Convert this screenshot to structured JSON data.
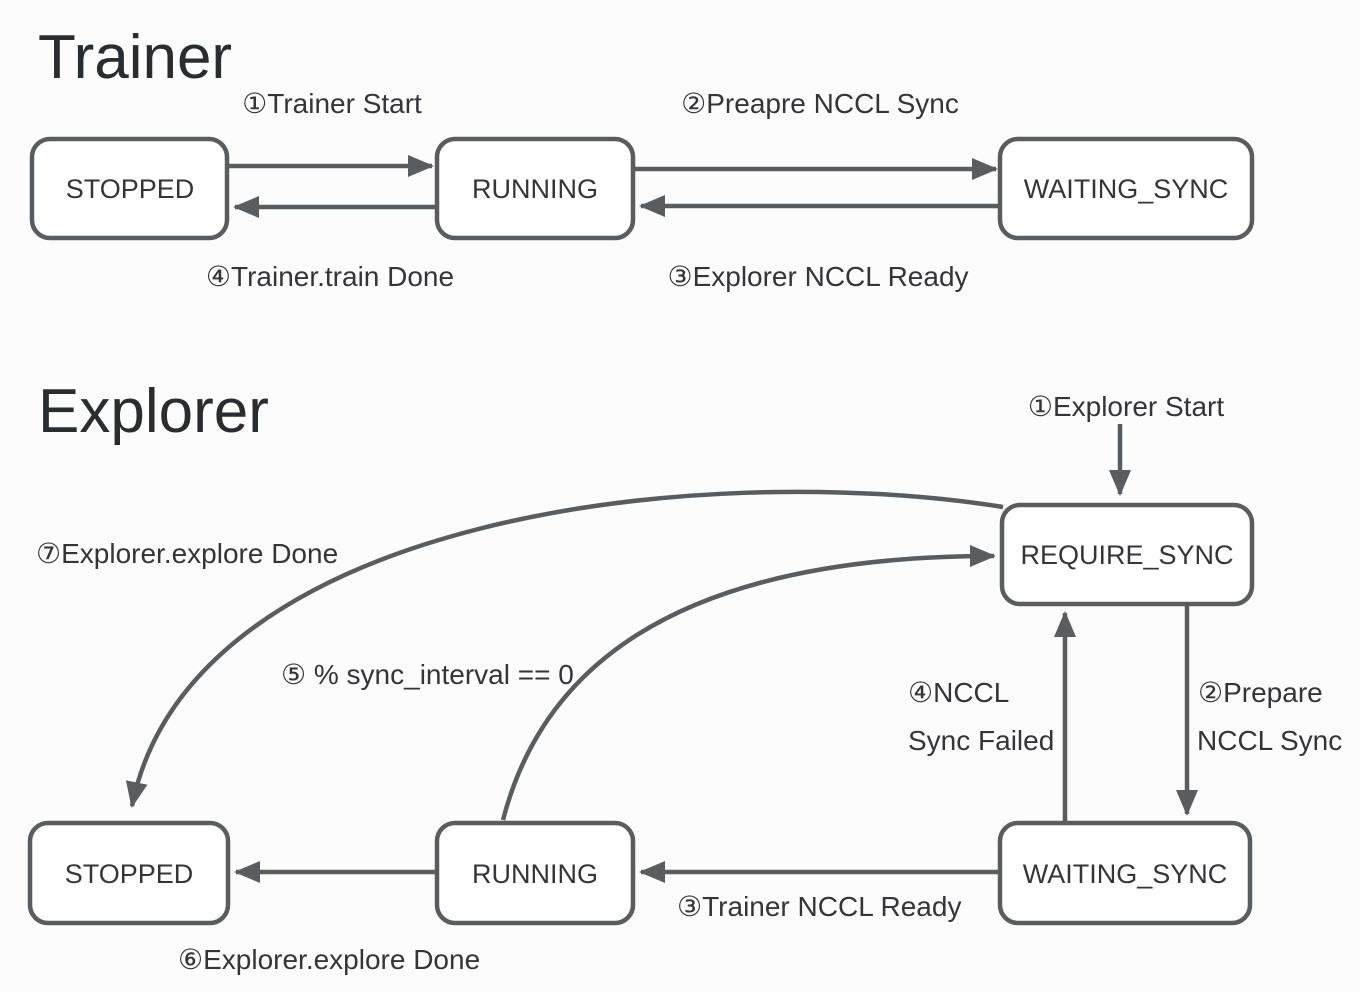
{
  "colors": {
    "background": "#fcfcfc",
    "box_fill": "#ffffff",
    "stroke": "#595d5f",
    "text": "#333538"
  },
  "trainer": {
    "title": "Trainer",
    "states": [
      {
        "label": "STOPPED"
      },
      {
        "label": "RUNNING"
      },
      {
        "label": "WAITING_SYNC"
      }
    ],
    "edges": [
      {
        "label": "①Trainer Start"
      },
      {
        "label": "②Preapre NCCL Sync"
      },
      {
        "label": "③Explorer NCCL Ready"
      },
      {
        "label": "④Trainer.train Done"
      }
    ]
  },
  "explorer": {
    "title": "Explorer",
    "states": [
      {
        "label": "REQUIRE_SYNC"
      },
      {
        "label": "STOPPED"
      },
      {
        "label": "RUNNING"
      },
      {
        "label": "WAITING_SYNC"
      }
    ],
    "edges": [
      {
        "label": "①Explorer Start"
      },
      {
        "label_line1": "②Prepare",
        "label_line2": "NCCL Sync"
      },
      {
        "label": "③Trainer NCCL Ready"
      },
      {
        "label_line1": "④NCCL",
        "label_line2": "Sync Failed"
      },
      {
        "label": "⑤ % sync_interval == 0"
      },
      {
        "label": "⑥Explorer.explore Done"
      },
      {
        "label": "⑦Explorer.explore Done"
      }
    ]
  }
}
